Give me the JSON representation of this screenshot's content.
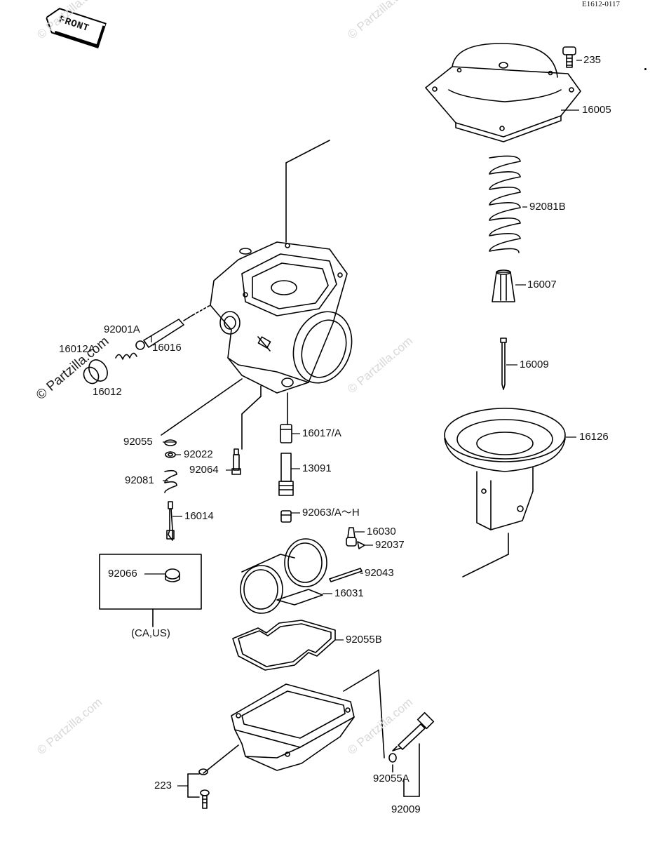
{
  "diagram": {
    "code": "E1612-0117",
    "front_label": "FRONT",
    "watermark": "© Partzilla.com",
    "callouts": {
      "p235": "235",
      "p16005": "16005",
      "p92081B": "92081B",
      "p16007": "16007",
      "p16009": "16009",
      "p16126": "16126",
      "p92001A": "92001A",
      "p16016": "16016",
      "p16012A": "16012A",
      "p16012": "16012",
      "p92055": "92055",
      "p92022": "92022",
      "p92064": "92064",
      "p16017A": "16017/A",
      "p13091": "13091",
      "p92081": "92081",
      "p16014": "16014",
      "p92063": "92063/A～H",
      "p16030": "16030",
      "p92037": "92037",
      "p92066": "92066",
      "p92043": "92043",
      "p16031": "16031",
      "region": "(CA,US)",
      "p92055B": "92055B",
      "p223": "223",
      "p92055A": "92055A",
      "p92009": "92009"
    }
  }
}
